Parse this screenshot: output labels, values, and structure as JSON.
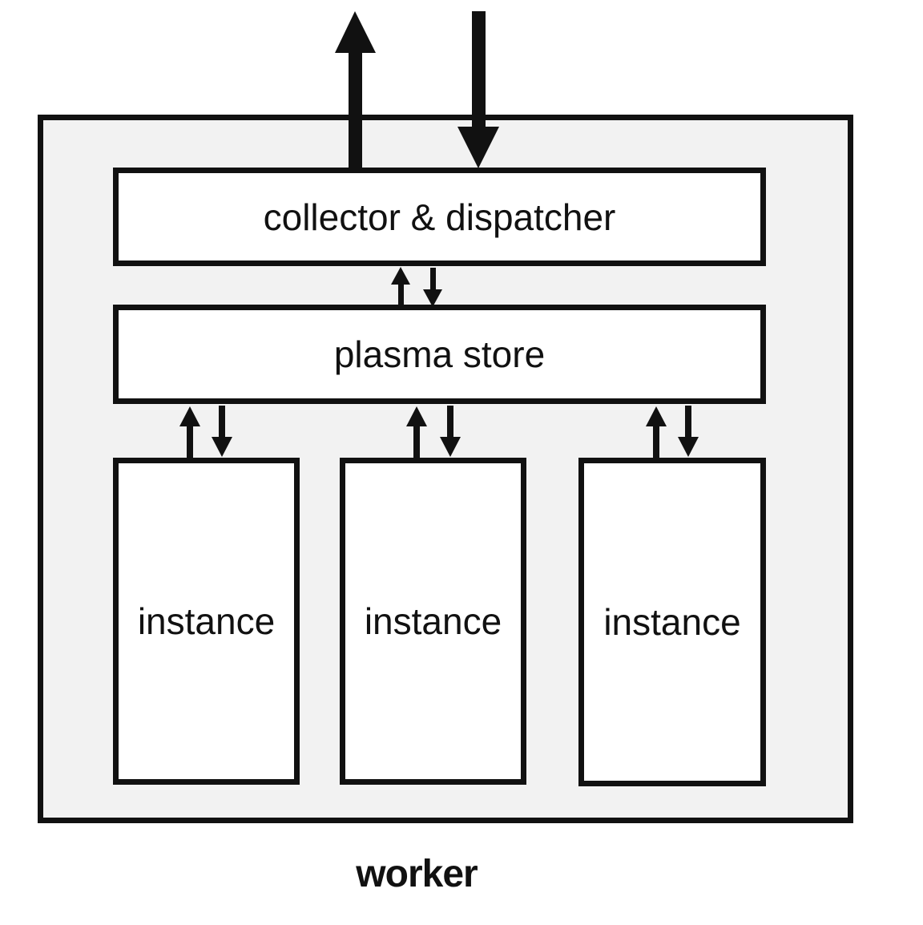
{
  "diagram": {
    "collector_label": "collector & dispatcher",
    "plasma_label": "plasma store",
    "instances": [
      {
        "label": "instance"
      },
      {
        "label": "instance"
      },
      {
        "label": "instance"
      }
    ],
    "worker_label": "worker"
  },
  "colors": {
    "stroke": "#111111",
    "frame_fill": "#f2f2f2",
    "box_fill": "#ffffff"
  }
}
